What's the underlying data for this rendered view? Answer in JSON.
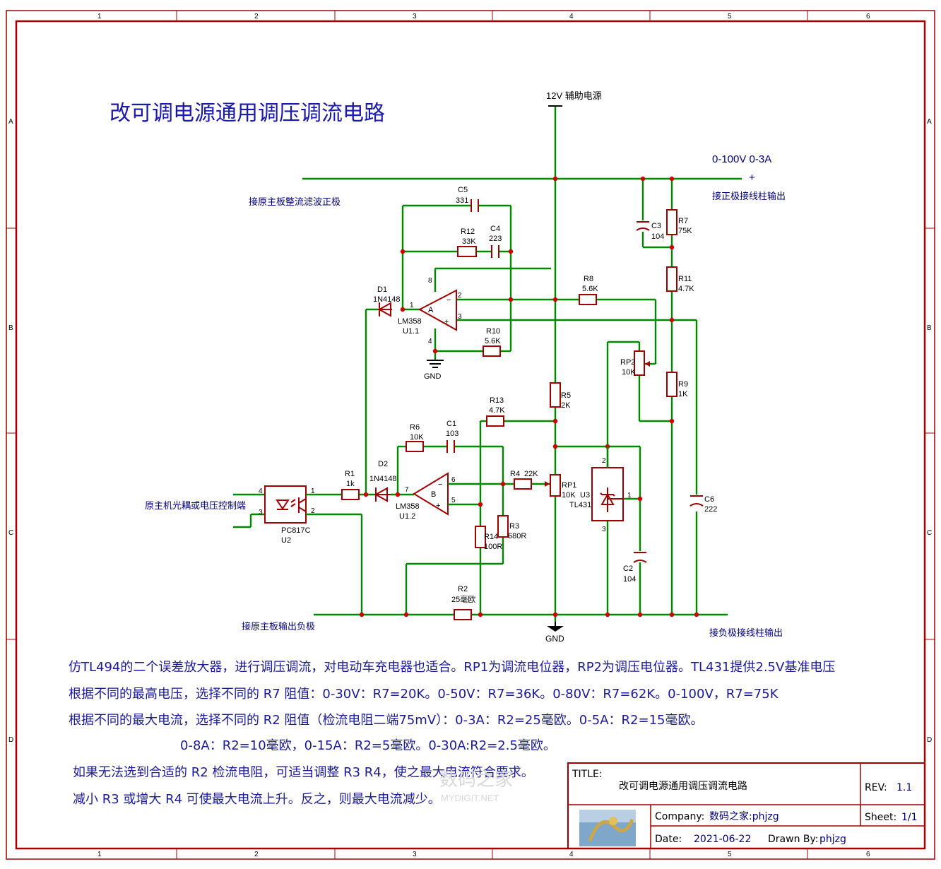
{
  "title": "改可调电源通用调压调流电路",
  "zones": {
    "cols": [
      "1",
      "2",
      "3",
      "4",
      "5",
      "6"
    ],
    "rows": [
      "A",
      "B",
      "C",
      "D"
    ]
  },
  "net_labels": {
    "aux_power": "12V 辅助电源",
    "output_range": "0-100V 0-3A",
    "plus": "+",
    "pos_terminal": "接正极接线柱输出",
    "rectifier_pos": "接原主板整流滤波正极",
    "neg_output": "接原主板输出负极",
    "neg_terminal": "接负极接线柱输出",
    "opto_control": "原主机光耦或电压控制端",
    "gnd_top": "GND",
    "gnd_bottom": "GND"
  },
  "components": {
    "c5": {
      "ref": "C5",
      "value": "331"
    },
    "r12": {
      "ref": "R12",
      "value": "33K"
    },
    "c4": {
      "ref": "C4",
      "value": "223"
    },
    "c3": {
      "ref": "C3",
      "value": "104"
    },
    "r7": {
      "ref": "R7",
      "value": "75K"
    },
    "r11": {
      "ref": "R11",
      "value": "4.7K"
    },
    "r8": {
      "ref": "R8",
      "value": "5.6K"
    },
    "d1": {
      "ref": "D1",
      "value": "1N4148"
    },
    "u11": {
      "ref": "U1.1",
      "value": "LM358",
      "unit": "A"
    },
    "r10": {
      "ref": "R10",
      "value": "5.6K"
    },
    "rp2": {
      "ref": "RP2",
      "value": "10K"
    },
    "r9": {
      "ref": "R9",
      "value": "1K"
    },
    "r5": {
      "ref": "R5",
      "value": "2K"
    },
    "r13": {
      "ref": "R13",
      "value": "4.7K"
    },
    "r6": {
      "ref": "R6",
      "value": "10K"
    },
    "c1": {
      "ref": "C1",
      "value": "103"
    },
    "r1": {
      "ref": "R1",
      "value": "1k"
    },
    "d2": {
      "ref": "D2",
      "value": "1N4148"
    },
    "u12": {
      "ref": "U1.2",
      "value": "LM358",
      "unit": "B"
    },
    "r4": {
      "ref": "R4",
      "value": "22K"
    },
    "rp1": {
      "ref": "RP1",
      "value": "10K"
    },
    "u3": {
      "ref": "U3",
      "value": "TL431"
    },
    "c6": {
      "ref": "C6",
      "value": "222"
    },
    "u2": {
      "ref": "U2",
      "value": "PC817C"
    },
    "r14": {
      "ref": "R14",
      "value": "100R"
    },
    "r3": {
      "ref": "R3",
      "value": "680R"
    },
    "c2": {
      "ref": "C2",
      "value": "104"
    },
    "r2": {
      "ref": "R2",
      "value": "25毫欧"
    }
  },
  "pins": {
    "u11_out": "1",
    "u11_neg": "2",
    "u11_pos": "3",
    "u11_vcc": "8",
    "u11_gnd": "4",
    "u12_out": "7",
    "u12_neg": "6",
    "u12_pos": "5",
    "u2_p1": "1",
    "u2_p2": "2",
    "u2_p3": "3",
    "u2_p4": "4",
    "u3_p1": "1",
    "u3_p2": "2",
    "u3_p3": "3"
  },
  "notes": [
    "仿TL494的二个误差放大器，进行调压调流，对电动车充电器也适合。RP1为调流电位器，RP2为调压电位器。TL431提供2.5V基准电压",
    "根据不同的最高电压，选择不同的 R7 阻值：0-30V：R7=20K。0-50V：R7=36K。0-80V：R7=62K。0-100V，R7=75K",
    "根据不同的最大电流，选择不同的 R2 阻值（检流电阻二端75mV）：0-3A：R2=25毫欧。0-5A：R2=15毫欧。",
    "0-8A：R2=10毫欧，0-15A：R2=5毫欧。0-30A:R2=2.5毫欧。",
    "如果无法选到合适的 R2 检流电阻，可适当调整 R3 R4，使之最大电流符合要求。",
    "减小 R3 或增大 R4 可使最大电流上升。反之，则最大电流减少。"
  ],
  "watermark": {
    "main": "数码之家",
    "sub": "MYDIGIT.NET"
  },
  "title_block": {
    "title_label": "TITLE:",
    "title_value": "改可调电源通用调压调流电路",
    "rev_label": "REV:",
    "rev_value": "1.1",
    "company_label": "Company:",
    "company_value": "数码之家:phjzg",
    "sheet_label": "Sheet:",
    "sheet_value": "1/1",
    "date_label": "Date:",
    "date_value": "2021-06-22",
    "drawn_label": "Drawn By:",
    "drawn_value": "phjzg"
  },
  "colors": {
    "frame": "#a00000",
    "wire": "#008800",
    "junction": "#d00000",
    "text_blue": "#1a1a9a"
  }
}
